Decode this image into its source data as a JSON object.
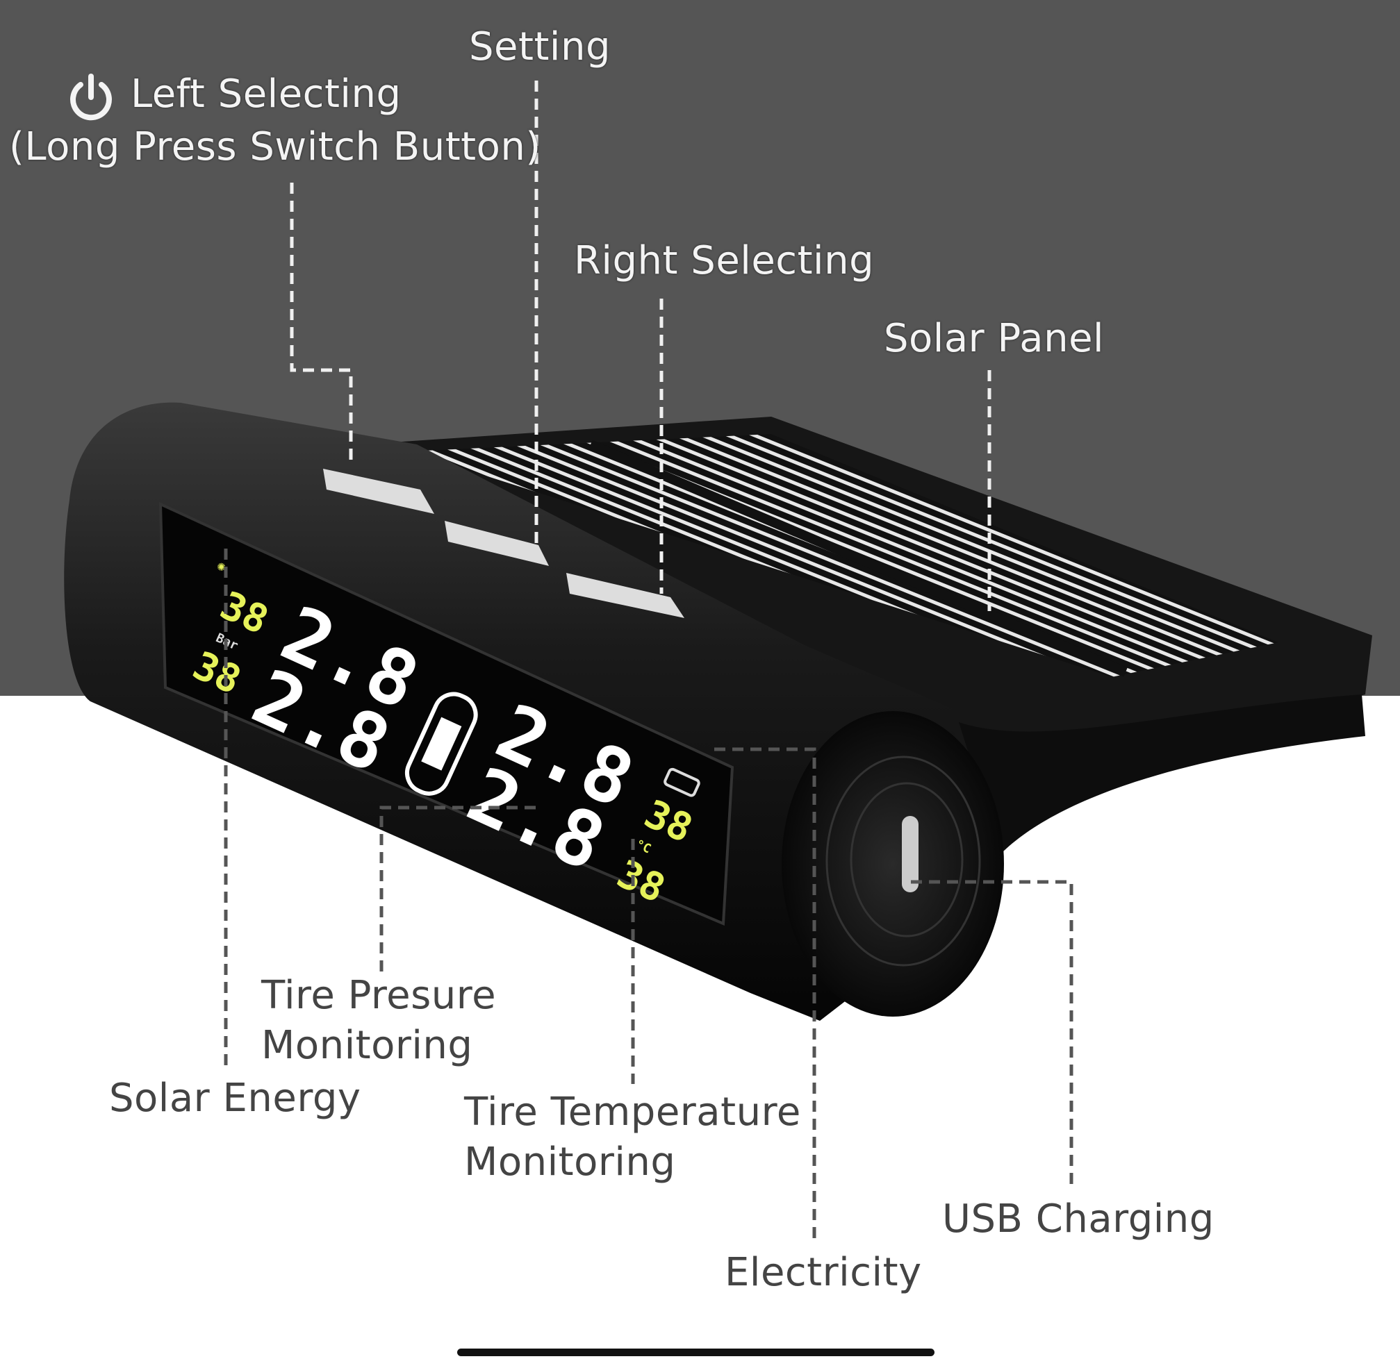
{
  "labels": {
    "setting": "Setting",
    "left_selecting": "Left Selecting",
    "left_selecting_note": "(Long Press Switch Button)",
    "right_selecting": "Right Selecting",
    "solar_panel": "Solar Panel",
    "tire_pressure_line1": "Tire Presure",
    "tire_pressure_line2": "Monitoring",
    "solar_energy": "Solar Energy",
    "tire_temp_line1": "Tire Temperature",
    "tire_temp_line2": "Monitoring",
    "usb_charging": "USB Charging",
    "electricity": "Electricity"
  },
  "lcd": {
    "temp_front_left": "38",
    "pressure_unit": "Bar",
    "temp_rear_left": "38",
    "pressure_front_left": "2.8",
    "pressure_rear_left": "2.8",
    "pressure_front_right": "2.8",
    "pressure_rear_right": "2.8",
    "temp_front_right": "38",
    "temp_unit": "°C",
    "temp_rear_right": "38"
  },
  "colors": {
    "background_top": "#555555",
    "lcd_yellow": "#e6f25a",
    "lcd_white": "#ffffff"
  }
}
